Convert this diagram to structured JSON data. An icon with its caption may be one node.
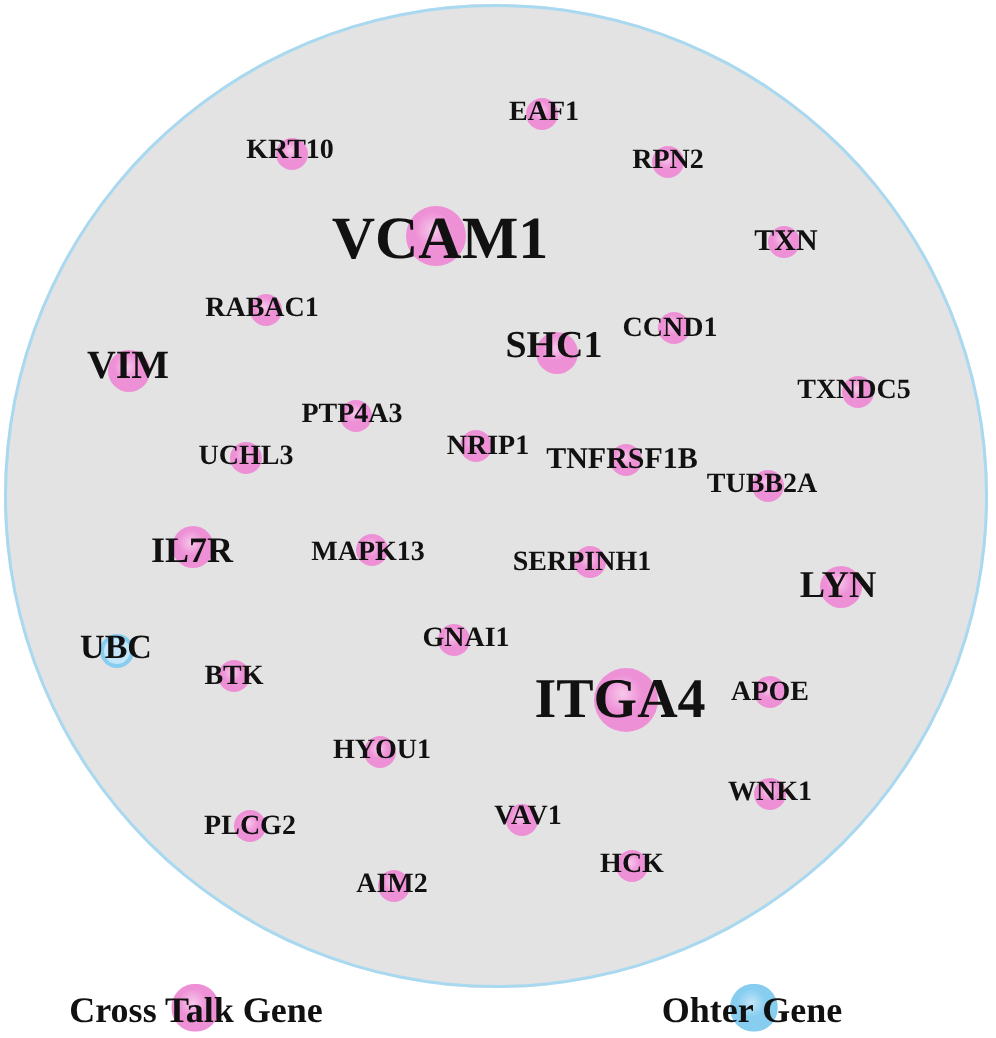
{
  "diagram": {
    "nodes": [
      {
        "text": [],
        "shape": "circle"
      },
      {
        "text": [
          "EAF1"
        ],
        "in": 0
      },
      {
        "text": [
          "KRT10"
        ],
        "in": 0
      },
      {
        "text": [
          "RPN2"
        ],
        "in": 0
      },
      {
        "text": [
          "VCAM1"
        ],
        "in": 0
      },
      {
        "text": [
          "TXN"
        ],
        "in": 0
      },
      {
        "text": [
          "RABAC1"
        ],
        "in": 0
      },
      {
        "text": [
          "CCND1"
        ],
        "in": 0
      },
      {
        "text": [
          "VIM"
        ],
        "in": 0
      },
      {
        "text": [
          "SHC1"
        ],
        "in": 0
      },
      {
        "text": [
          "TXNDC5"
        ],
        "in": 0
      },
      {
        "text": [
          "PTP4A3"
        ],
        "in": 0
      },
      {
        "text": [
          "UCHL3"
        ],
        "in": 0
      },
      {
        "text": [
          "NRIP1"
        ],
        "in": 0
      },
      {
        "text": [
          "TNFRSF1B"
        ],
        "in": 0
      },
      {
        "text": [
          "TUBB2A"
        ],
        "in": 0
      },
      {
        "text": [
          "IL7R"
        ],
        "in": 0
      },
      {
        "text": [
          "MAPK13"
        ],
        "in": 0
      },
      {
        "text": [
          "SERPINH1"
        ],
        "in": 0
      },
      {
        "text": [
          "LYN"
        ],
        "in": 0
      },
      {
        "text": [
          "UBC"
        ],
        "in": 0
      },
      {
        "text": [
          "GNAI1"
        ],
        "in": 0
      },
      {
        "text": [
          "BTK"
        ],
        "in": 0
      },
      {
        "text": [
          "ITGA4"
        ],
        "in": 0
      },
      {
        "text": [
          "APOE"
        ],
        "in": 0
      },
      {
        "text": [
          "HYOU1"
        ],
        "in": 0
      },
      {
        "text": [
          "WNK1"
        ],
        "in": 0
      },
      {
        "text": [
          "VAV1"
        ],
        "in": 0
      },
      {
        "text": [
          "PLCG2"
        ],
        "in": 0
      },
      {
        "text": [
          "HCK"
        ],
        "in": 0
      },
      {
        "text": [
          "AIM2"
        ],
        "in": 0
      }
    ],
    "legend": [
      {
        "text": "Cross Talk Gene",
        "color": "#ee90d6"
      },
      {
        "text": "Ohter Gene",
        "color": "#86cdf0"
      }
    ]
  }
}
